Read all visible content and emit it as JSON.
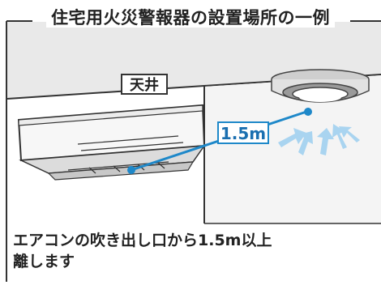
{
  "title": "住宅用火災警報器の設置場所の一例",
  "ceiling_label": "天井",
  "distance_label": "1.5m",
  "caption_line1": "エアコンの吹き出し口から1.5m以上",
  "caption_line2": "離します",
  "colors": {
    "ceiling": "#e9e9e9",
    "wall": "#f1f1f1",
    "frame": "#333333",
    "accent_blue": "#1e88c9",
    "arrow_light": "#a9d4f0"
  },
  "icons": [
    "smoke-detector-icon",
    "air-conditioner-icon",
    "airflow-arrow-icon"
  ]
}
